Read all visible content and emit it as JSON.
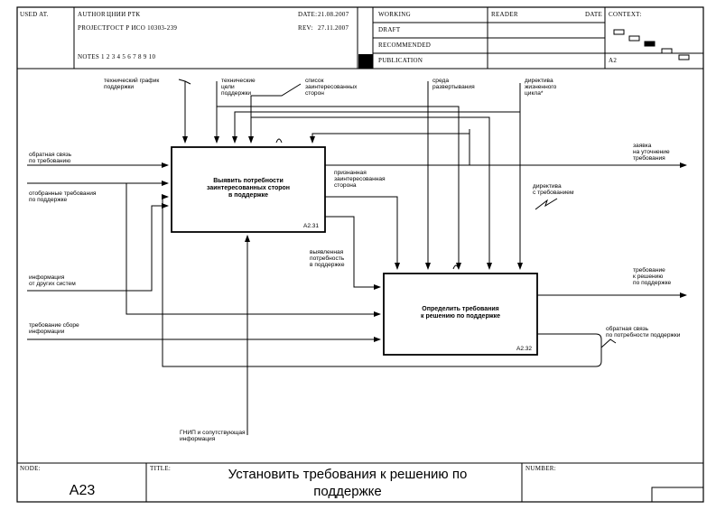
{
  "header": {
    "used_at": "USED AT.",
    "author_label": "AUTHOR",
    "author": "ЦНИИ РТК",
    "project_label": "PROJECT:",
    "project": "ГОСТ Р ИСО 10303-239",
    "notes_label": "NOTES",
    "notes": "1 2 3 4 5 6 7 8 9 10",
    "date_label": "DATE:",
    "date": "21.08.2007",
    "rev_label": "REV:",
    "rev": "27.11.2007",
    "status": [
      "WORKING",
      "DRAFT",
      "RECOMMENDED",
      "PUBLICATION"
    ],
    "reader_label": "READER",
    "reader_date_label": "DATE",
    "context_label": "CONTEXT:",
    "context_node": "A2"
  },
  "diagram": {
    "boxes": [
      {
        "text": "Выявить потребности\nзаинтересованных сторон\nв поддержке",
        "id": "A2.31"
      },
      {
        "text": "Определить требования\nк решению по поддержке",
        "id": "A2.32"
      }
    ],
    "arrows": {
      "tech_schedule": "технический график\nподдержки",
      "tech_goals": "технические\nцели\nподдержки",
      "stakeholders": "список\nзаинтересованных\nсторон",
      "environment": "среда\nразвертывания",
      "lifecycle": "директива\nжизненного\nцикла*",
      "feedback_req": "обратная связь\nпо требованию",
      "selected_req": "отобранные требования\nпо поддержке",
      "other_systems": "информация\nот других систем",
      "info_collection": "требование сборе\nинформации",
      "clarify_request": "заявка\nна уточнение\nтребования",
      "recognized": "признанная\nзаинтересованная\nсторона",
      "req_directive": "директива\nс требованием",
      "identified_need": "выявленная\nпотребность\nв поддержке",
      "solution_req": "требование\nк решению\nпо поддержке",
      "feedback_support": "обратная связь\nпо потребности поддержки",
      "gnip": "ГНИП и сопутствующая\nинформация"
    }
  },
  "footer": {
    "node_label": "NODE:",
    "node": "A23",
    "title_label": "TITLE:",
    "title_line1": "Установить требования к решению по",
    "title_line2": "поддержке",
    "number_label": "NUMBER:"
  }
}
